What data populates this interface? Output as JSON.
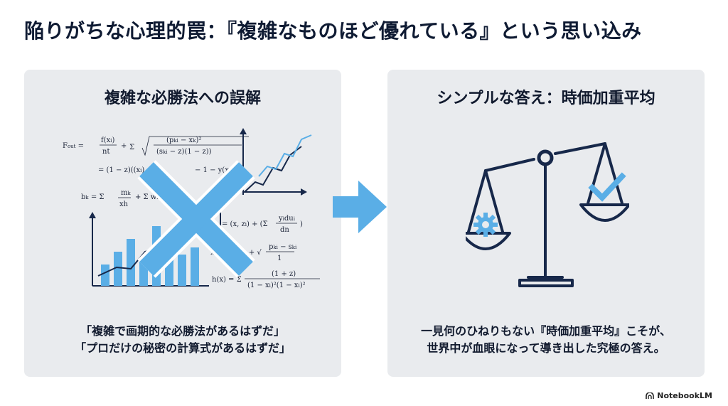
{
  "title": "陥りがちな心理的罠：『複雑なものほど優れている』という思い込み",
  "left_panel": {
    "heading": "複雑な必勝法への誤解",
    "caption_lines": [
      "「複雑で画期的な必勝法があるはずだ」",
      "「プロだけの秘密の計算式があるはずだ」"
    ],
    "formulas": [
      "F_out = f(x_i)/nt + Σ √((p_ki − x_k)² / ((s_ki − z)(1 − z)))",
      "= (1 − z)((x_i) ... − 1 − y(x_k))²",
      "b_k = Σ m_k/xh + Σ w_k",
      "= (x, z_i) + (Σ y_i du_i / dn)",
      "x_i ... d_i + √(p_ki − s_ki / 1)",
      "h(x) = Σ (1 + z) / ((1 − x_i)²(1 − x_i)²)"
    ],
    "icons": [
      "cross-out-icon",
      "bar-chart-icon",
      "line-chart-icon"
    ]
  },
  "right_panel": {
    "heading": "シンプルな答え：時価加重平均",
    "caption_lines": [
      "一見何のひねりもない『時価加重平均』こそが、",
      "世界中が血眼になって導き出した究極の答え。"
    ],
    "icons": [
      "balance-scale-icon",
      "gear-icon",
      "checkmark-icon"
    ]
  },
  "brand": {
    "label": "NotebookLM"
  },
  "colors": {
    "accent_blue": "#5aaee6",
    "navy": "#17284a",
    "panel_bg": "#e9ebee"
  }
}
